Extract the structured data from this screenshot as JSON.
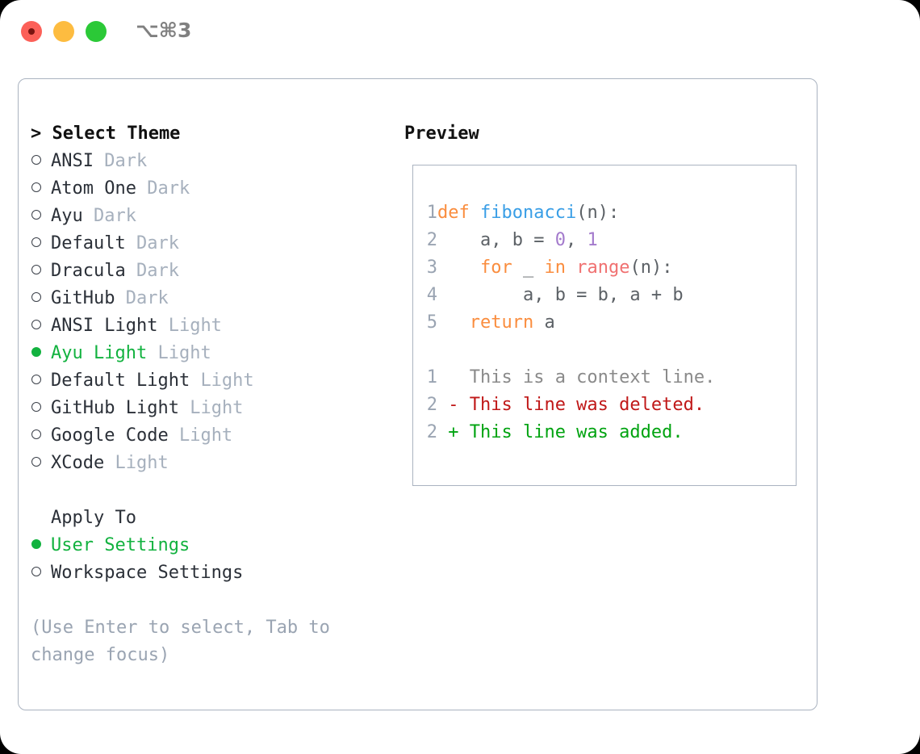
{
  "window": {
    "shortcut": "⌥⌘3",
    "traffic_lights": [
      {
        "name": "close",
        "color": "#fc6058"
      },
      {
        "name": "minimize",
        "color": "#fdbc40"
      },
      {
        "name": "zoom",
        "color": "#2bc937"
      }
    ]
  },
  "theme_panel": {
    "heading": "> Select Theme",
    "items": [
      {
        "label": "ANSI",
        "category": "Dark",
        "selected": false
      },
      {
        "label": "Atom One",
        "category": "Dark",
        "selected": false
      },
      {
        "label": "Ayu",
        "category": "Dark",
        "selected": false
      },
      {
        "label": "Default",
        "category": "Dark",
        "selected": false
      },
      {
        "label": "Dracula",
        "category": "Dark",
        "selected": false
      },
      {
        "label": "GitHub",
        "category": "Dark",
        "selected": false
      },
      {
        "label": "ANSI Light",
        "category": "Light",
        "selected": false
      },
      {
        "label": "Ayu Light",
        "category": "Light",
        "selected": true
      },
      {
        "label": "Default Light",
        "category": "Light",
        "selected": false
      },
      {
        "label": "GitHub Light",
        "category": "Light",
        "selected": false
      },
      {
        "label": "Google Code",
        "category": "Light",
        "selected": false
      },
      {
        "label": "XCode",
        "category": "Light",
        "selected": false
      }
    ],
    "apply_to": {
      "title": "Apply To",
      "options": [
        {
          "label": "User Settings",
          "selected": true
        },
        {
          "label": "Workspace Settings",
          "selected": false
        }
      ]
    },
    "hint": "(Use Enter to select, Tab to change focus)",
    "markers": {
      "selected": "●",
      "unselected": "○"
    },
    "colors": {
      "selected": "#12b23f",
      "label": "#2b3038",
      "category": "#a6b0bd",
      "hint": "#9aa4b2",
      "border": "#aab3c0"
    }
  },
  "preview": {
    "title": "Preview",
    "code_lines": [
      {
        "num": "1",
        "tokens": [
          {
            "t": "def ",
            "c": "kw"
          },
          {
            "t": "fibonacci",
            "c": "fn"
          },
          {
            "t": "(n):",
            "c": "plain"
          }
        ]
      },
      {
        "num": "2",
        "tokens": [
          {
            "t": "    a, b = ",
            "c": "plain"
          },
          {
            "t": "0",
            "c": "num"
          },
          {
            "t": ", ",
            "c": "plain"
          },
          {
            "t": "1",
            "c": "num"
          }
        ]
      },
      {
        "num": "3",
        "tokens": [
          {
            "t": "    ",
            "c": "plain"
          },
          {
            "t": "for",
            "c": "kw"
          },
          {
            "t": " _ ",
            "c": "plain"
          },
          {
            "t": "in",
            "c": "kw"
          },
          {
            "t": " ",
            "c": "plain"
          },
          {
            "t": "range",
            "c": "bi"
          },
          {
            "t": "(n):",
            "c": "plain"
          }
        ]
      },
      {
        "num": "4",
        "tokens": [
          {
            "t": "        a, b = b, a + b",
            "c": "plain"
          }
        ]
      },
      {
        "num": "5",
        "tokens": [
          {
            "t": "   ",
            "c": "plain"
          },
          {
            "t": "return",
            "c": "kw"
          },
          {
            "t": " a",
            "c": "plain"
          }
        ]
      }
    ],
    "diff_lines": [
      {
        "num": "1",
        "text": "  This is a context line.",
        "kind": "ctx"
      },
      {
        "num": "2",
        "text": "- This line was deleted.",
        "kind": "del"
      },
      {
        "num": "2",
        "text": "+ This line was added.",
        "kind": "add"
      }
    ],
    "syntax_colors": {
      "keyword": "#fa8d3e",
      "function": "#399ee6",
      "number": "#a37acc",
      "builtin": "#f07171",
      "plain": "#5c6166",
      "line_number": "#9aa4b2",
      "diff_context": "#8a8a8a",
      "diff_deleted": "#c01818",
      "diff_added": "#00a310"
    }
  }
}
